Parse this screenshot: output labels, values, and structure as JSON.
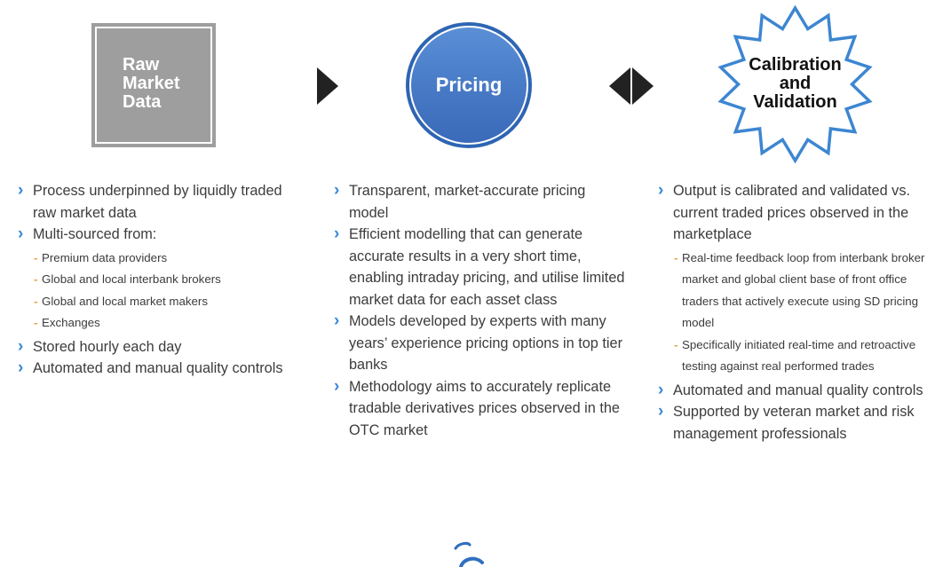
{
  "colors": {
    "raw_box": "#9e9e9e",
    "pricing_circle": "#4a7fc9",
    "starburst_stroke": "#3d86d1",
    "bullet_arrow": "#3a8ad6",
    "sub_dash": "#e8a23a"
  },
  "icons": {
    "arrow_right": "triangle-right-icon",
    "arrow_both": "double-triangle-icon"
  },
  "nodes": {
    "raw": [
      "Raw",
      "Market",
      "Data"
    ],
    "pricing": "Pricing",
    "calibration": [
      "Calibration",
      "and",
      "Validation"
    ]
  },
  "columns": {
    "left": {
      "b1": "Process underpinned by liquidly traded raw market data",
      "b2": "Multi-sourced from:",
      "b2_subs": [
        "Premium data providers",
        "Global and local interbank brokers",
        "Global and local market makers",
        "Exchanges"
      ],
      "b3": "Stored hourly each day",
      "b4": "Automated and manual quality controls"
    },
    "mid": {
      "b1": "Transparent, market-accurate pricing model",
      "b2": "Efficient modelling that can generate accurate results in a very short time, enabling intraday pricing, and utilise limited market data for each asset class",
      "b3": "Models developed by experts with many years’ experience pricing options in top tier banks",
      "b4": "Methodology aims to accurately replicate tradable derivatives prices observed in the OTC market"
    },
    "right": {
      "b1": "Output is calibrated and validated vs. current traded prices observed in the marketplace",
      "b1_subs": [
        "Real-time feedback loop from interbank broker market and global client base of front office traders that actively execute using SD pricing model",
        "Specifically initiated real-time and retroactive testing against real performed trades"
      ],
      "b2": "Automated and manual quality controls",
      "b3": "Supported by veteran market and risk management professionals"
    }
  }
}
